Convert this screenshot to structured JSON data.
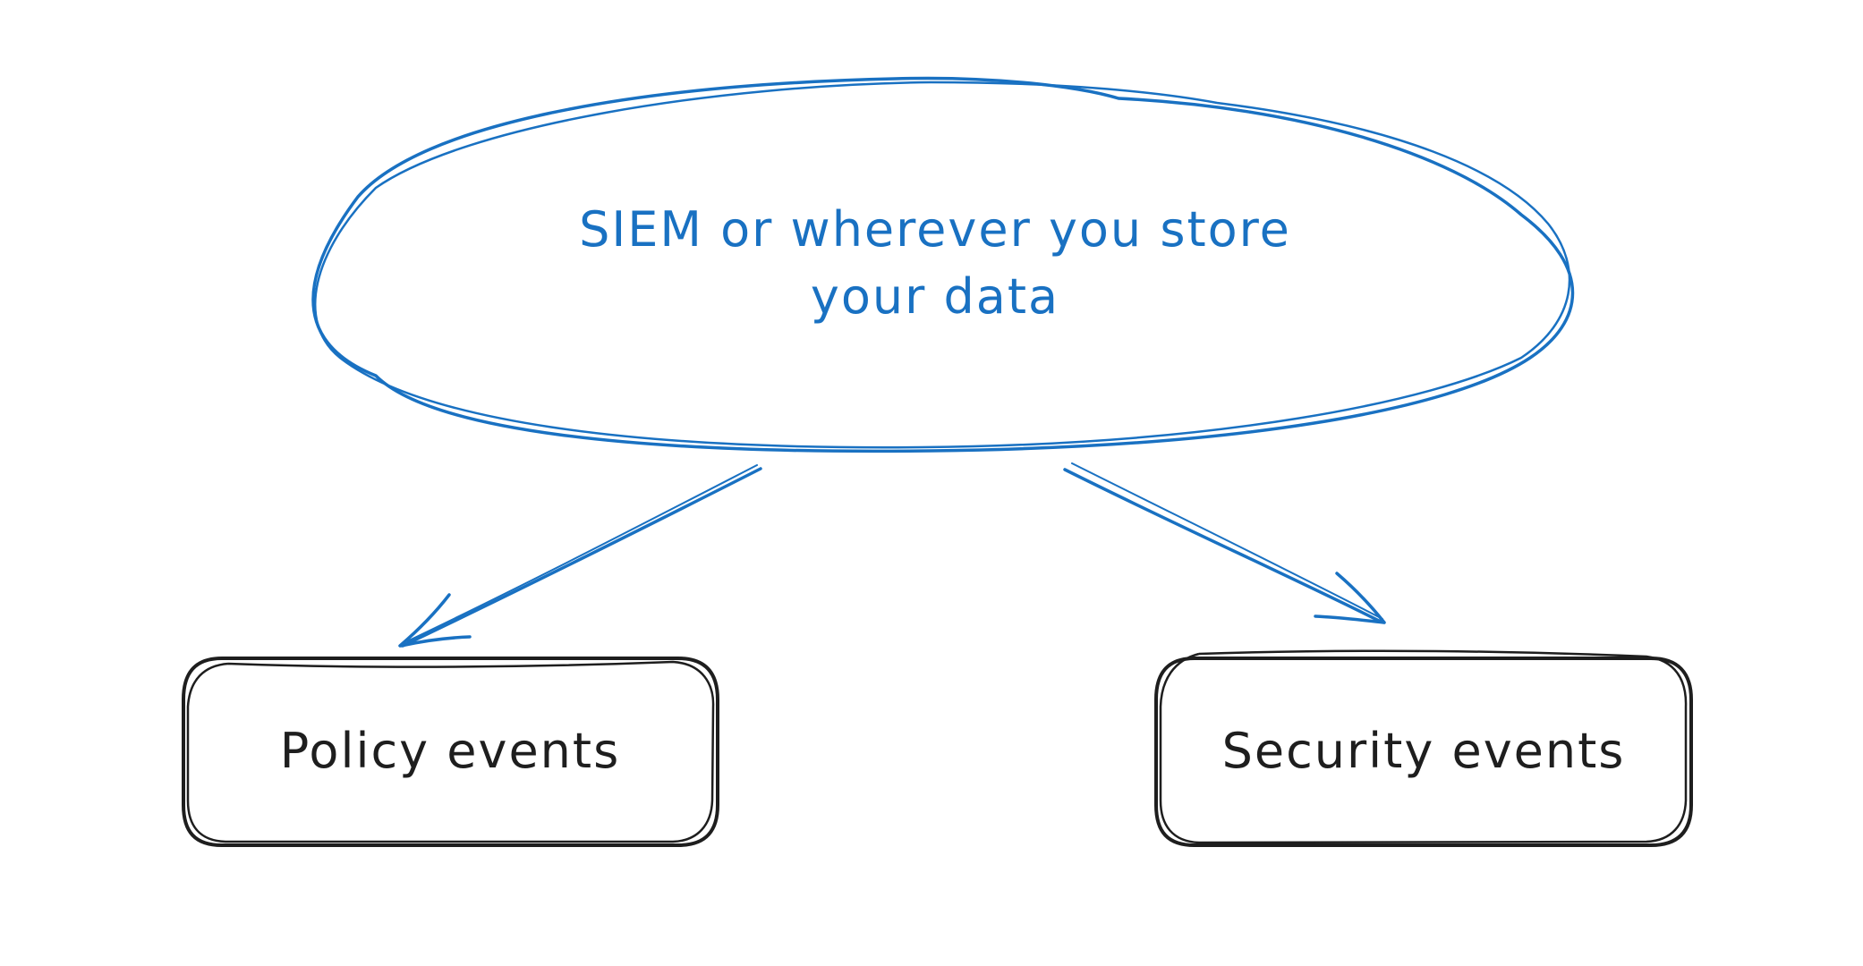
{
  "diagram": {
    "colors": {
      "primary": "#1971c2",
      "secondary": "#1e1e1e",
      "background": "#ffffff"
    },
    "nodes": [
      {
        "id": "storage",
        "shape": "ellipse",
        "lines": [
          "SIEM or wherever you store",
          "your data"
        ],
        "color": "primary"
      },
      {
        "id": "policy",
        "shape": "rounded-rect",
        "label": "Policy events",
        "color": "secondary"
      },
      {
        "id": "security",
        "shape": "rounded-rect",
        "label": "Security events",
        "color": "secondary"
      }
    ],
    "edges": [
      {
        "from": "storage",
        "to": "policy",
        "arrow": "end",
        "color": "primary"
      },
      {
        "from": "storage",
        "to": "security",
        "arrow": "end",
        "color": "primary"
      }
    ]
  }
}
